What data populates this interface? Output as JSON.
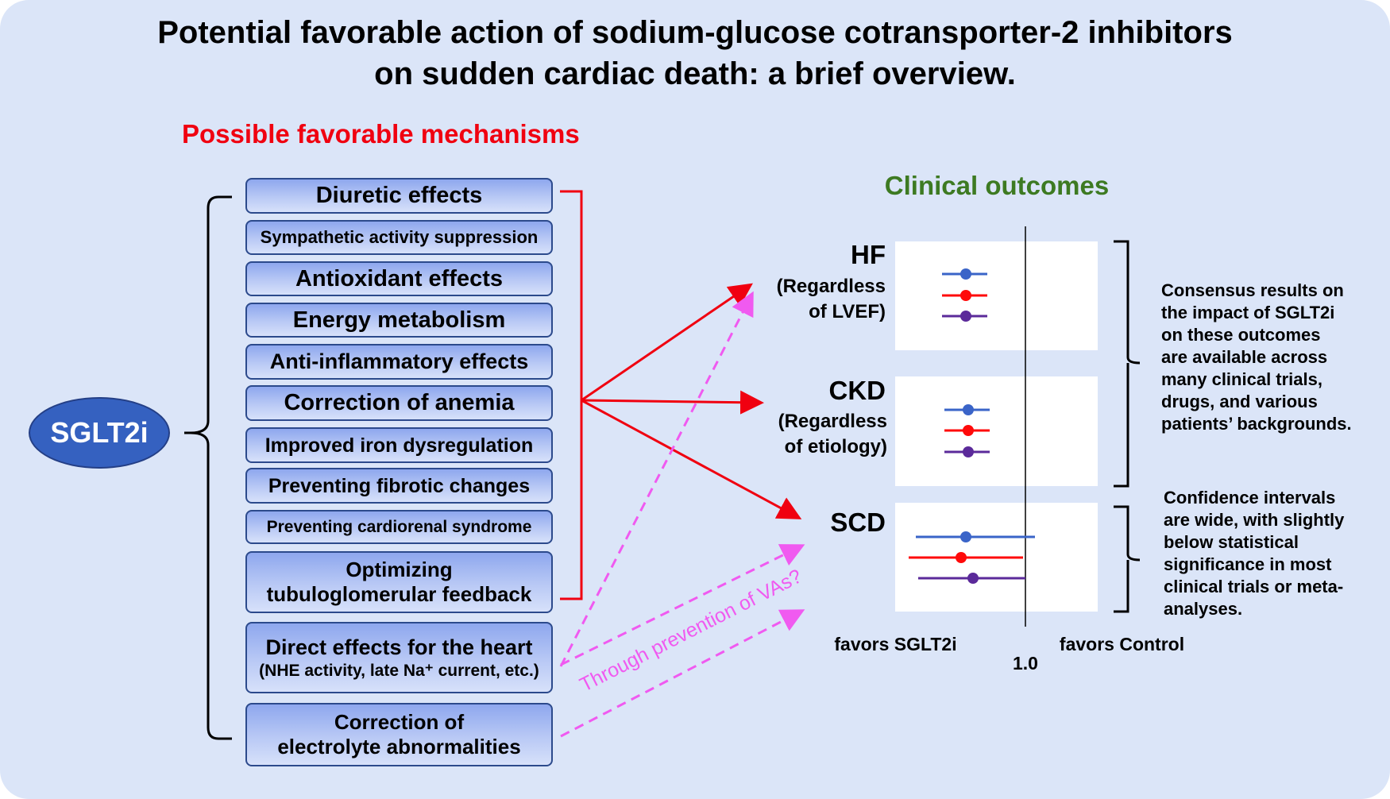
{
  "title": {
    "line1": "Potential favorable action of sodium-glucose cotransporter-2 inhibitors",
    "line2": "on sudden cardiac death: a brief overview."
  },
  "drug": "SGLT2i",
  "mechanisms_title": "Possible favorable mechanisms",
  "mechanisms": [
    {
      "label": "Diuretic effects"
    },
    {
      "label": "Sympathetic activity suppression"
    },
    {
      "label": "Antioxidant effects"
    },
    {
      "label": "Energy metabolism"
    },
    {
      "label": "Anti-inflammatory effects"
    },
    {
      "label": "Correction of anemia"
    },
    {
      "label": "Improved iron dysregulation"
    },
    {
      "label": "Preventing fibrotic changes"
    },
    {
      "label": "Preventing cardiorenal syndrome"
    },
    {
      "label": "Optimizing",
      "label2": "tubuloglomerular feedback"
    },
    {
      "label": "Direct effects for the heart",
      "label2": "(NHE activity, late Na⁺ current, etc.)"
    },
    {
      "label": "Correction of",
      "label2": "electrolyte abnormalities"
    }
  ],
  "dashed_label": "Through prevention of VAs?",
  "outcomes_title": "Clinical outcomes",
  "outcomes": [
    {
      "name": "HF",
      "sub1": "(Regardless",
      "sub2": "of LVEF)"
    },
    {
      "name": "CKD",
      "sub1": "(Regardless",
      "sub2": "of etiology)"
    },
    {
      "name": "SCD"
    }
  ],
  "axis": {
    "left": "favors SGLT2i",
    "right": "favors Control",
    "ref": "1.0"
  },
  "notes": {
    "consensus": [
      "Consensus results on",
      "the impact of SGLT2i",
      "on these outcomes",
      "are available across",
      "many clinical trials,",
      "drugs, and various",
      "patients’ backgrounds."
    ],
    "ci": [
      "Confidence intervals",
      "are wide, with slightly",
      "below statistical",
      "significance in most",
      "clinical trials or meta-",
      "analyses."
    ]
  },
  "colors": {
    "series": [
      "#3a64c8",
      "#ff0a0a",
      "#5b2a9a"
    ],
    "arrow": "#f00010",
    "dashed": "#f05af0"
  },
  "chart_data": {
    "type": "scatter",
    "title": "Forest plot (schematic)",
    "reference": 1.0,
    "groups": [
      {
        "name": "HF",
        "points": [
          {
            "est": 0.75,
            "lo": 0.65,
            "hi": 0.84
          },
          {
            "est": 0.75,
            "lo": 0.65,
            "hi": 0.84
          },
          {
            "est": 0.75,
            "lo": 0.65,
            "hi": 0.84
          }
        ]
      },
      {
        "name": "CKD",
        "points": [
          {
            "est": 0.76,
            "lo": 0.66,
            "hi": 0.85
          },
          {
            "est": 0.76,
            "lo": 0.66,
            "hi": 0.85
          },
          {
            "est": 0.76,
            "lo": 0.66,
            "hi": 0.85
          }
        ]
      },
      {
        "name": "SCD",
        "points": [
          {
            "est": 0.75,
            "lo": 0.54,
            "hi": 1.04
          },
          {
            "est": 0.73,
            "lo": 0.51,
            "hi": 0.99
          },
          {
            "est": 0.78,
            "lo": 0.55,
            "hi": 1.0
          }
        ]
      }
    ]
  }
}
